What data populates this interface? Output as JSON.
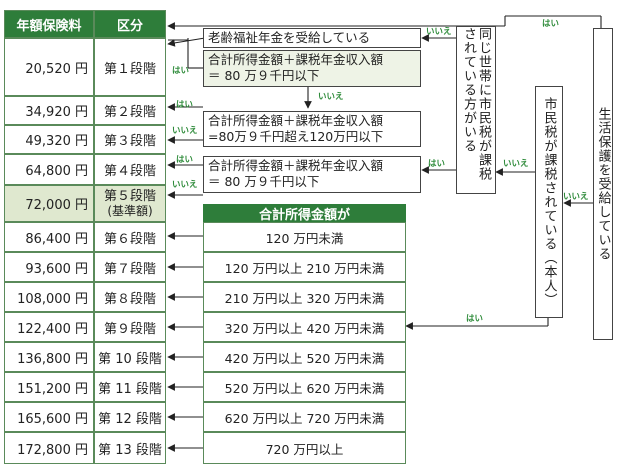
{
  "table": {
    "header_amount": "年額保険料",
    "header_stage": "区分",
    "rows": [
      {
        "amount": "20,520 円",
        "stage": "第１段階"
      },
      {
        "amount": "34,920 円",
        "stage": "第２段階"
      },
      {
        "amount": "49,320 円",
        "stage": "第３段階"
      },
      {
        "amount": "64,800 円",
        "stage": "第４段階"
      },
      {
        "amount": "72,000 円",
        "stage": "第５段階",
        "stage_note": "(基準額)"
      },
      {
        "amount": "86,400 円",
        "stage": "第６段階"
      },
      {
        "amount": "93,600 円",
        "stage": "第７段階"
      },
      {
        "amount": "108,000 円",
        "stage": "第８段階"
      },
      {
        "amount": "122,400 円",
        "stage": "第９段階"
      },
      {
        "amount": "136,800 円",
        "stage": "第 10 段階"
      },
      {
        "amount": "151,200 円",
        "stage": "第 11 段階"
      },
      {
        "amount": "165,600 円",
        "stage": "第 12 段階"
      },
      {
        "amount": "172,800 円",
        "stage": "第 13 段階"
      }
    ]
  },
  "conditions": {
    "pension": "老齢福祉年金を受給している",
    "income_a1": "合計所得金額＋課税年金収入額",
    "income_a2": "＝ 80 万９千円以下",
    "income_b1": "合計所得金額＋課税年金収入額",
    "income_b2": "=80万９千円超え120万円以下",
    "income_c1": "合計所得金額＋課税年金収入額",
    "income_c2": "＝ 80 万９千円以下"
  },
  "decisions": {
    "household": "同じ世帯に市民税が課税されている方がいる",
    "self_taxed": "市民税が課税されている（本人）",
    "welfare": "生活保護を受給している"
  },
  "income_table": {
    "header": "合計所得金額が",
    "rows": [
      "120 万円未満",
      "120 万円以上 210 万円未満",
      "210 万円以上 320 万円未満",
      "320 万円以上 420 万円未満",
      "420 万円以上 520 万円未満",
      "520 万円以上 620 万円未満",
      "620 万円以上 720 万円未満",
      "720 万円以上"
    ]
  },
  "labels": {
    "yes": "はい",
    "no": "いいえ"
  },
  "colors": {
    "header_green": "#2e7d3a",
    "label_green": "#2e8b3a",
    "highlight": "#dfe8cf",
    "border": "#5a8a5a"
  }
}
